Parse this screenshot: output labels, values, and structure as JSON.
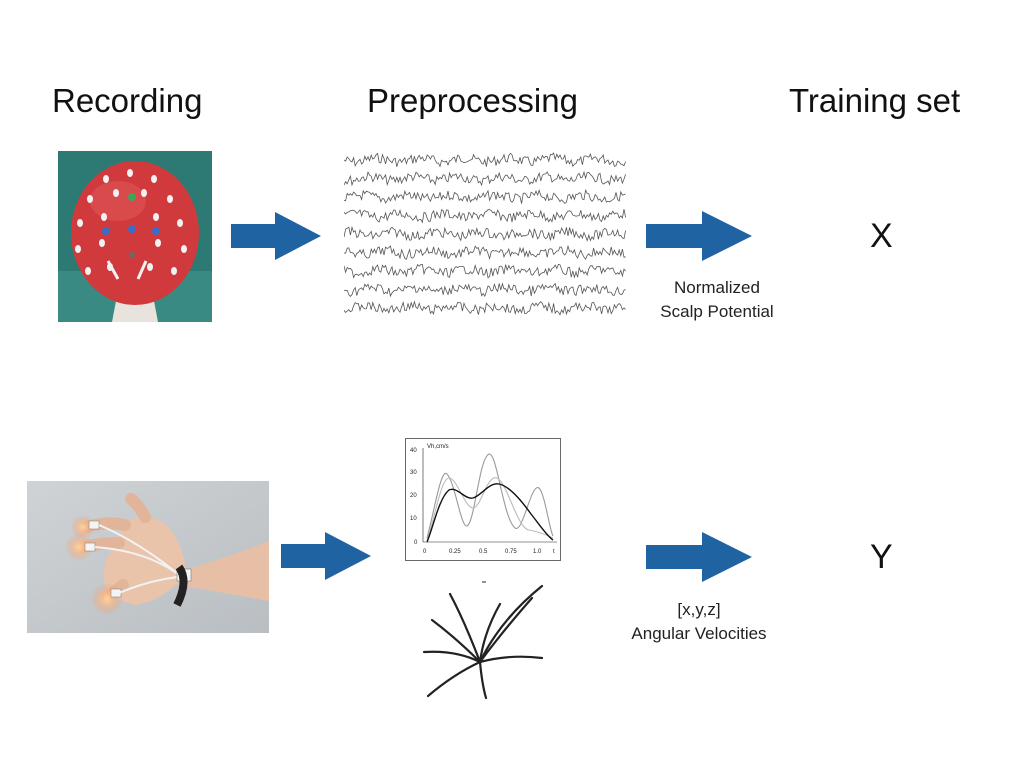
{
  "columns": {
    "recording": "Recording",
    "preprocessing": "Preprocessing",
    "training_set": "Training set"
  },
  "row_eeg": {
    "caption_line1": "Normalized",
    "caption_line2": "Scalp Potential",
    "output_label": "X"
  },
  "row_motion": {
    "caption_line1": "[x,y,z]",
    "caption_line2": "Angular Velocities",
    "output_label": "Y",
    "plot": {
      "ylabel": "Vh,cm/s",
      "y_ticks": [
        "40",
        "30",
        "20",
        "10",
        "0"
      ],
      "x_ticks": [
        "0",
        "0.25",
        "0.5",
        "0.75",
        "1.0",
        "t"
      ]
    }
  },
  "colors": {
    "arrow": "#1f63a3",
    "cap": "#d03a3c",
    "backdrop": "#2d7a74"
  }
}
